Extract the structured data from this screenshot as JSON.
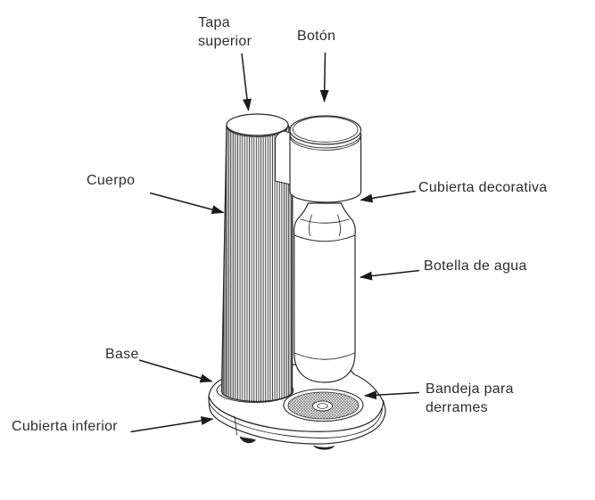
{
  "diagram": {
    "labels": {
      "tapa_superior": "Tapa superior",
      "boton": "Botón",
      "cuerpo": "Cuerpo",
      "cubierta_decorativa": "Cubierta decorativa",
      "botella_de_agua": "Botella de agua",
      "base": "Base",
      "bandeja_para_derrames": "Bandeja para derrames",
      "cubierta_inferior": "Cubierta inferior"
    },
    "colors": {
      "ink": "#2b2b2b",
      "background": "#ffffff"
    }
  }
}
